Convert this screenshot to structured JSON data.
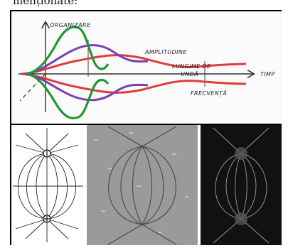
{
  "caption": "menționate:",
  "wave_diagram": {
    "labels": {
      "y_axis": "ORGANIZARE",
      "x_axis": "TIMP",
      "amplitude": "AMPLITUDINE",
      "wavelength_line1": "LUNGIME DE",
      "wavelength_line2": "UNDĂ",
      "frequency": "FRECVENȚĂ"
    },
    "colors": {
      "green": "#1f9a33",
      "purple": "#7b3fb7",
      "red": "#e23b3b",
      "axis": "#333333"
    }
  },
  "field_images": {
    "left_diagram": "dipole-field-lines",
    "middle_photo": "iron-filings-dipole",
    "right_photo": "iron-filings-dipole-dark"
  }
}
